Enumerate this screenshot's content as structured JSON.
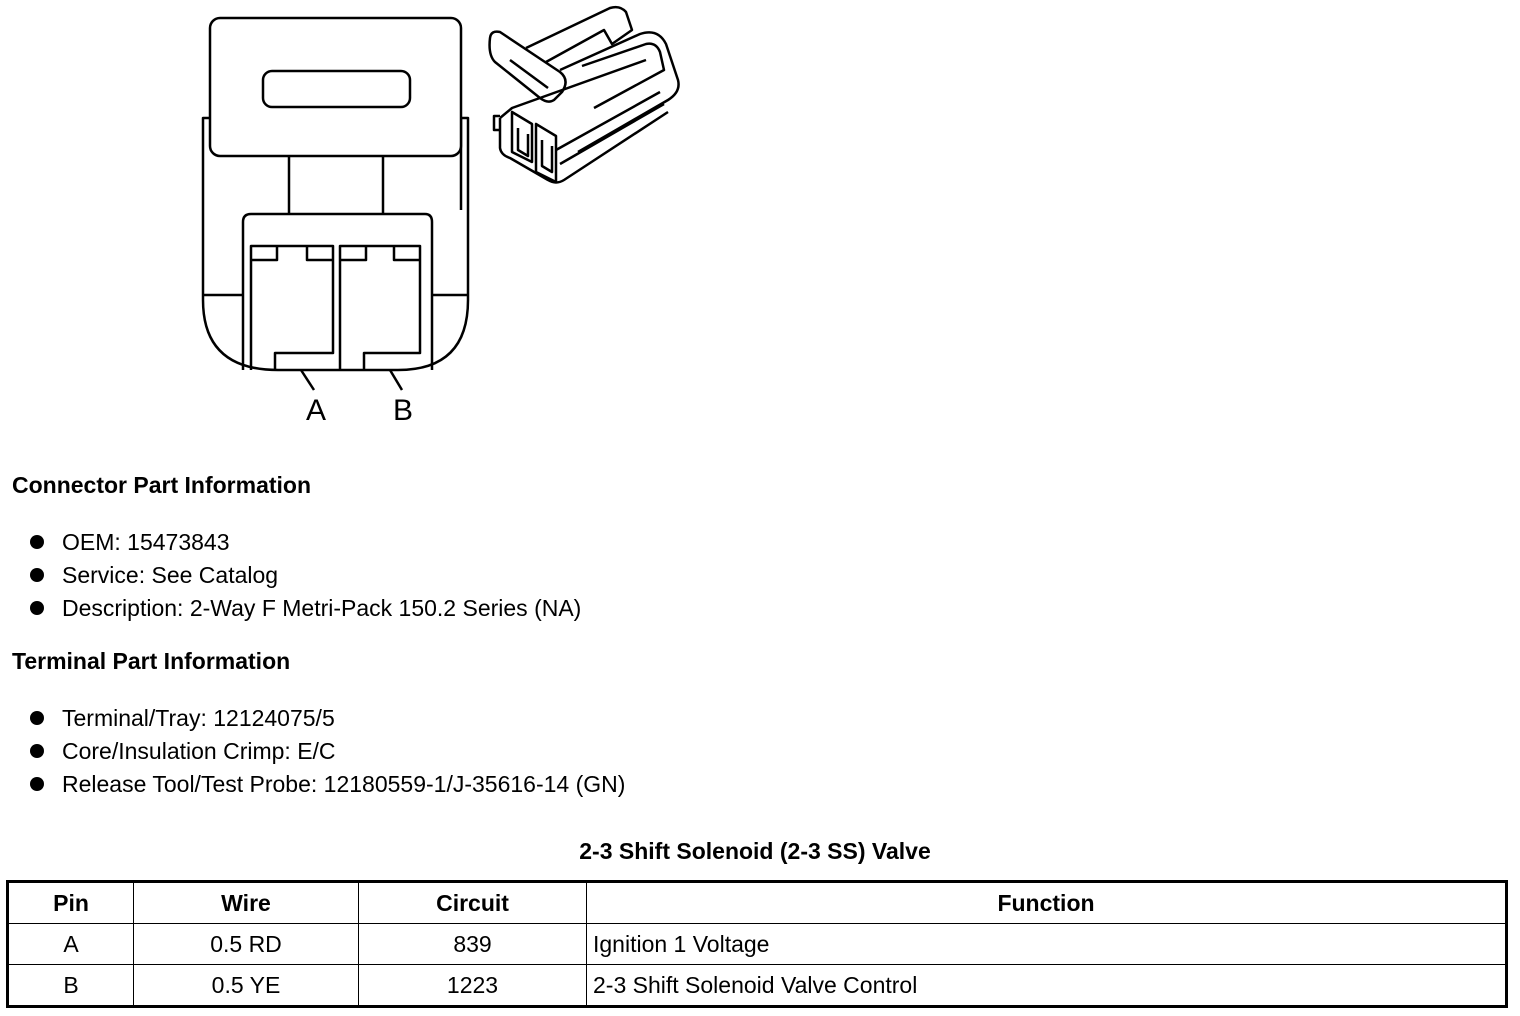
{
  "diagram": {
    "pin_labels": [
      "A",
      "B"
    ]
  },
  "connector_info": {
    "heading": "Connector Part Information",
    "items": [
      "OEM: 15473843",
      "Service: See Catalog",
      "Description: 2-Way F Metri-Pack 150.2 Series (NA)"
    ]
  },
  "terminal_info": {
    "heading": "Terminal Part Information",
    "items": [
      "Terminal/Tray: 12124075/5",
      "Core/Insulation Crimp: E/C",
      "Release Tool/Test Probe: 12180559-1/J-35616-14 (GN)"
    ]
  },
  "pin_table": {
    "caption": "2-3 Shift Solenoid (2-3 SS) Valve",
    "headers": [
      "Pin",
      "Wire",
      "Circuit",
      "Function"
    ],
    "rows": [
      [
        "A",
        "0.5 RD",
        "839",
        "Ignition 1 Voltage"
      ],
      [
        "B",
        "0.5 YE",
        "1223",
        "2-3 Shift Solenoid Valve Control"
      ]
    ]
  }
}
